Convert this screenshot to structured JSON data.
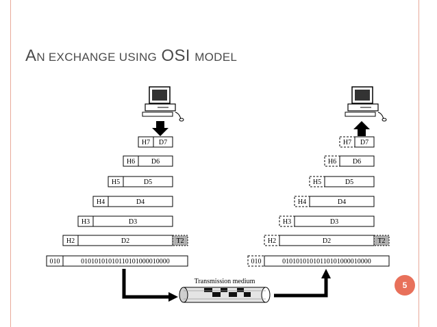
{
  "slide": {
    "title": {
      "part1_big": "A",
      "part1_small": "N EXCHANGE USING",
      "part2_big": "OSI",
      "part2_small": "MODEL"
    },
    "page_number": "5"
  },
  "diagram": {
    "sender_layers": [
      {
        "header": "H7",
        "data": "D7"
      },
      {
        "header": "H6",
        "data": "D6"
      },
      {
        "header": "H5",
        "data": "D5"
      },
      {
        "header": "H4",
        "data": "D4"
      },
      {
        "header": "H3",
        "data": "D3"
      },
      {
        "header": "H2",
        "data": "D2",
        "trailer": "T2"
      }
    ],
    "receiver_layers": [
      {
        "header": "H7",
        "data": "D7"
      },
      {
        "header": "H6",
        "data": "D6"
      },
      {
        "header": "H5",
        "data": "D5"
      },
      {
        "header": "H4",
        "data": "D4"
      },
      {
        "header": "H3",
        "data": "D3"
      },
      {
        "header": "H2",
        "data": "D2",
        "trailer": "T2"
      }
    ],
    "bit_prefix": "010",
    "bit_stream": "01010101010110101000010000",
    "medium_label": "Transmission medium"
  },
  "colors": {
    "frame": "#e8a898",
    "accent": "#e8705a",
    "title": "#4a4a4a"
  }
}
